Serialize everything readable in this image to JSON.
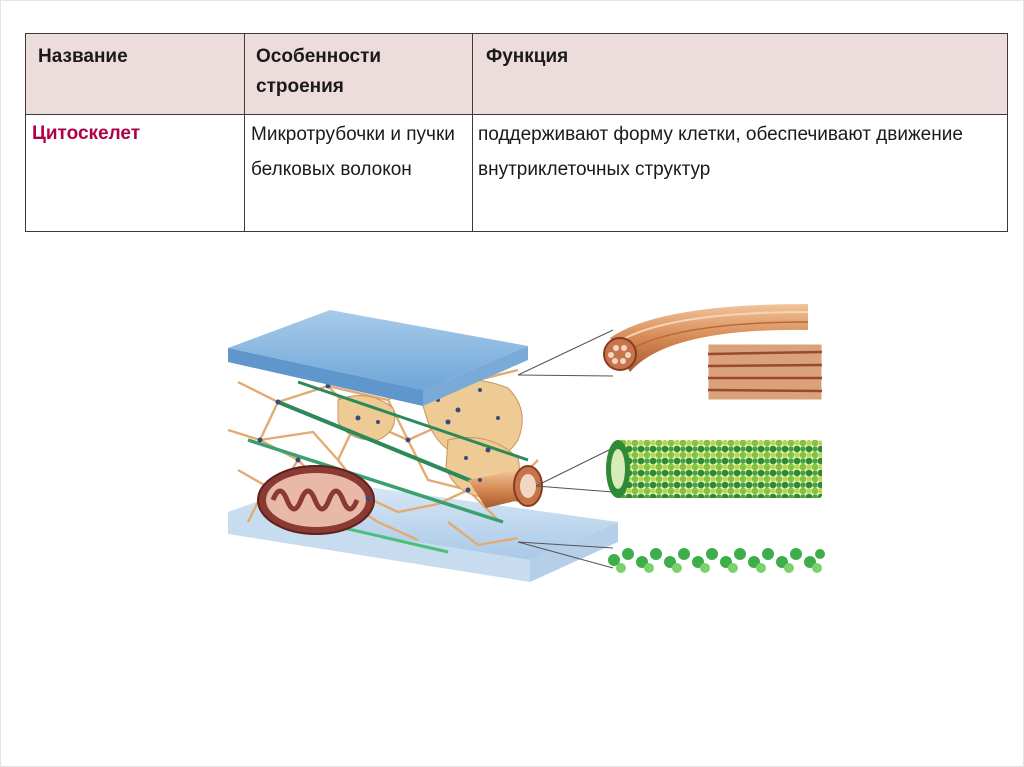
{
  "table": {
    "headers": [
      "Название",
      "Особенности строения",
      "Функция"
    ],
    "rows": [
      {
        "name": "Цитоскелет",
        "structure": "Микротрубочки и пучки белковых волокон",
        "function": "поддерживают форму клетки, обеспечивают движение внутриклеточных структур"
      }
    ]
  },
  "illustration": {
    "icon": "cytoskeleton-diagram",
    "colors": {
      "membrane": "#7fb2de",
      "intermediate_filament": "#d99a6c",
      "microtubule": "#3a9a3a",
      "microfilament": "#55b84a",
      "mitochondrion": "#8a3a32"
    }
  }
}
